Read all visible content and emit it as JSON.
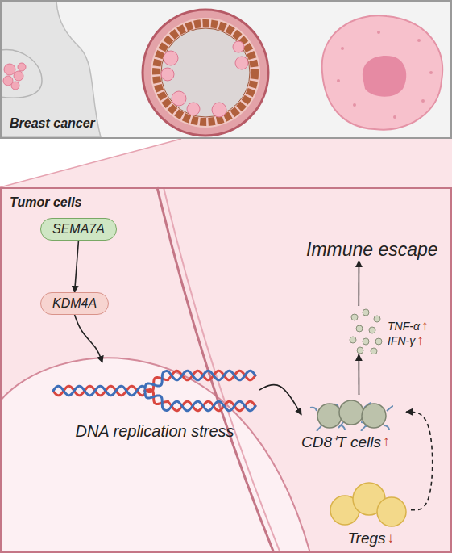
{
  "diagram": {
    "nodes": [
      {
        "text": [
          "Breast cancer"
        ]
      },
      {
        "text": [
          "Tumor cells"
        ]
      },
      {
        "text": [
          "SEMA7A"
        ],
        "in": 1
      },
      {
        "text": [
          "KDM4A"
        ],
        "in": 1
      },
      {
        "text": [
          "DNA replication stress"
        ],
        "in": 1
      },
      {
        "text": [
          "Immune escape"
        ],
        "in": 1
      },
      {
        "text": [
          "TNF-α",
          "IFN-γ"
        ],
        "in": 1
      },
      {
        "text": [
          "CD8⁺T cells"
        ],
        "in": 1
      },
      {
        "text": [
          "Tregs"
        ],
        "in": 1
      }
    ],
    "edges": [
      {
        "from": 2,
        "to": 3,
        "arrow": "to"
      },
      {
        "from": 3,
        "to": 4,
        "arrow": "to"
      },
      {
        "from": 4,
        "to": 7,
        "arrow": "to"
      },
      {
        "from": 7,
        "to": 6,
        "arrow": "to"
      },
      {
        "from": 6,
        "to": 5,
        "arrow": "to"
      },
      {
        "from": 8,
        "to": 7,
        "arrow": "to"
      }
    ],
    "labels": [
      "↑",
      "↑",
      "↑",
      "↓"
    ]
  }
}
